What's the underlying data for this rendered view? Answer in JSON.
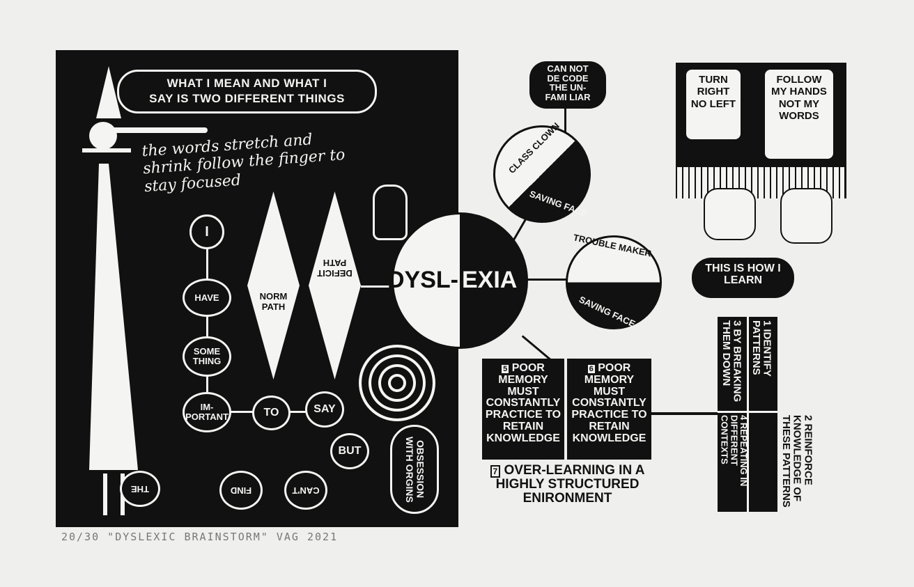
{
  "left_panel": {
    "speech_bubble": [
      "WHAT I MEAN AND WHAT I",
      "SAY IS TWO DIFFERENT THINGS"
    ],
    "handwriting": [
      "the words stretch and",
      "shrink follow the finger to",
      "stay focused"
    ],
    "chain": {
      "i": "I",
      "have": "HAVE",
      "something": "SOME THING",
      "important": "IM- PORTANT",
      "to": "TO",
      "say": "SAY",
      "but": "BUT",
      "cant": "CAN'T",
      "find": "FIND",
      "the": "THE"
    },
    "norm_path": "NORM PATH",
    "deficit_path": "DEFICIT PATH",
    "obsession": "OBSESSION WITH ORGINS"
  },
  "center": {
    "left": "DYSL-",
    "right": "EXIA"
  },
  "right": {
    "cannot_decode": [
      "CAN NOT",
      "DE CODE",
      "THE UN-",
      "FAMI LIAR"
    ],
    "class_clown": {
      "top": "CLASS CLOWN",
      "bottom": "SAVING FACE"
    },
    "trouble_maker": {
      "top": "TROUBLE MAKER",
      "bottom": "SAVING FACE"
    },
    "piano": {
      "left_bubble": "TURN RIGHT NO LEFT",
      "right_bubble": "FOLLOW MY HANDS NOT MY WORDS"
    },
    "learn_bubble": "THIS IS HOW I LEARN",
    "box5": {
      "num": "5",
      "text": "POOR MEMORY MUST CONSTANTLY PRACTICE TO RETAIN KNOWLEDGE"
    },
    "box6": {
      "num": "6",
      "text": "POOR MEMORY MUST CONSTANTLY PRACTICE TO RETAIN KNOWLEDGE"
    },
    "item7": {
      "num": "7",
      "text": "OVER-LEARNING IN A HIGHLY STRUCTURED ENIRONMENT"
    },
    "item1": {
      "num": "1",
      "text": "IDENTIFY PATTERNS"
    },
    "item2": {
      "num": "2",
      "text": "REINFORCE KNOWLEDGE OF THESE PATTERNS"
    },
    "item3": {
      "num": "3",
      "text": "BY BREAKING THEM DOWN"
    },
    "item4": {
      "num": "4",
      "text": "REPEATING IN DIFFERENT CONTEXTS"
    }
  },
  "signature": "20/30 \"DYSLEXIC BRAINSTORM\" VAG 2021"
}
